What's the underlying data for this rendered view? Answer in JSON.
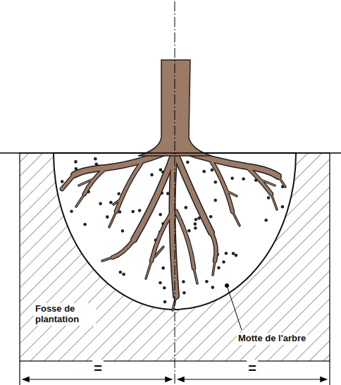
{
  "diagram": {
    "labels": [
      "Fosse de plantation",
      "Motte de l'arbre",
      "=",
      "="
    ]
  }
}
